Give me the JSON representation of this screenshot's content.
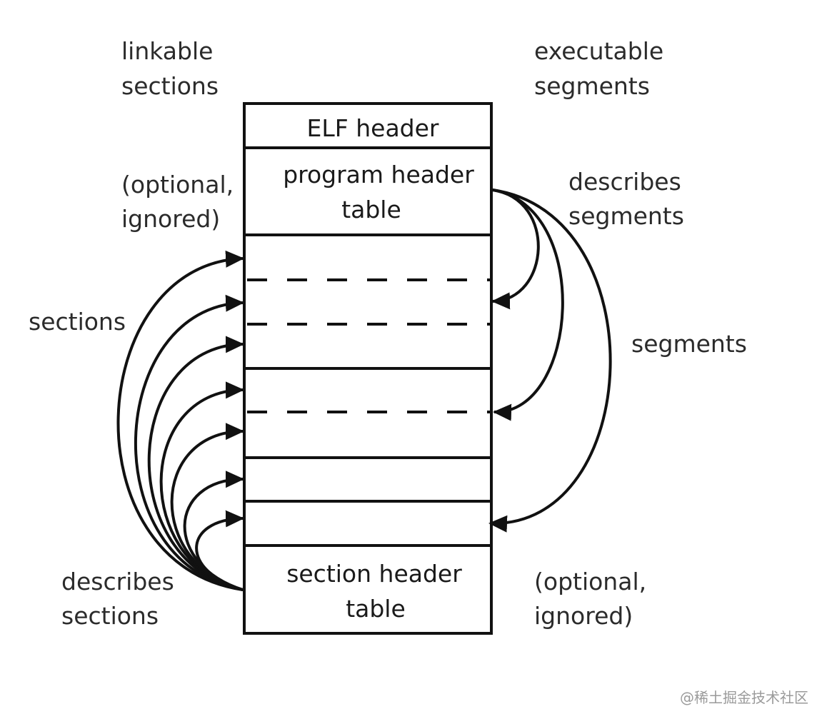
{
  "labels": {
    "linkable_1": "linkable",
    "linkable_2": "sections",
    "executable_1": "executable",
    "executable_2": "segments",
    "optional_left_1": "(optional,",
    "optional_left_2": "ignored)",
    "sections": "sections",
    "describes_sections_1": "describes",
    "describes_sections_2": "sections",
    "describes_segments_1": "describes",
    "describes_segments_2": "segments",
    "segments": "segments",
    "optional_right_1": "(optional,",
    "optional_right_2": "ignored)"
  },
  "boxes": {
    "elf_header": "ELF header",
    "program_header_1": "program header",
    "program_header_2": "table",
    "section_header_1": "section header",
    "section_header_2": "table"
  },
  "watermark": "@稀土掘金技术社区"
}
